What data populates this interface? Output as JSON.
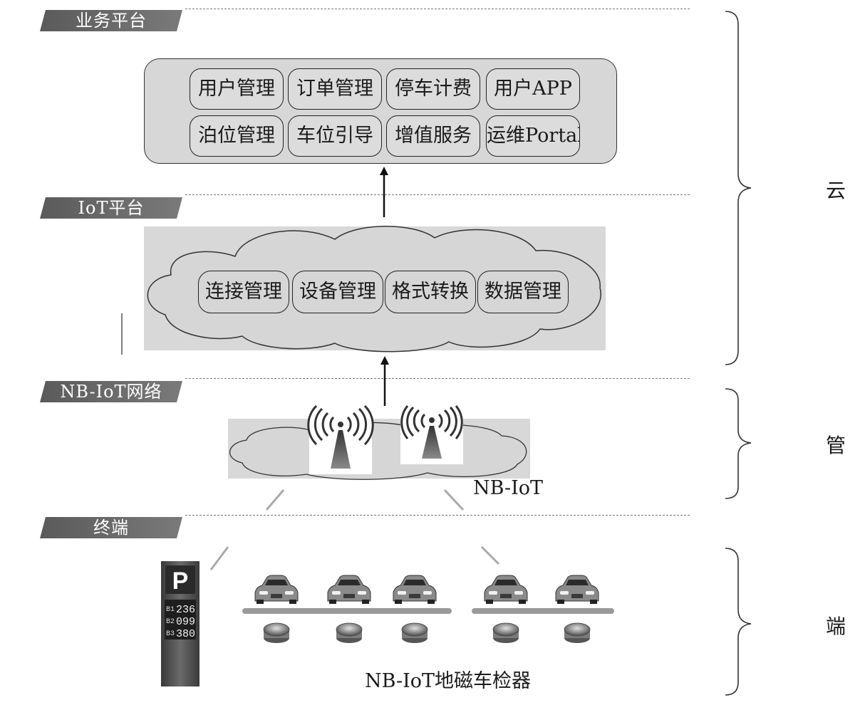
{
  "layers": {
    "business": "业务平台",
    "iot": "IoT平台",
    "network": "NB-IoT网络",
    "terminal": "终端"
  },
  "business_modules": [
    "用户管理",
    "订单管理",
    "停车计费",
    "用户APP",
    "泊位管理",
    "车位引导",
    "增值服务",
    "运维Portal"
  ],
  "iot_modules": [
    "连接管理",
    "设备管理",
    "格式转换",
    "数据管理"
  ],
  "network_label": "NB-IoT",
  "detector_label": "NB-IoT地磁车检器",
  "side_groups": {
    "cloud": "云",
    "pipe": "管",
    "end": "端"
  },
  "parking_sign": {
    "letter": "P",
    "rows": [
      {
        "level": "B1",
        "count": "236"
      },
      {
        "level": "B2",
        "count": "099"
      },
      {
        "level": "B3",
        "count": "380"
      }
    ]
  },
  "colors": {
    "tab": "#666666",
    "panel": "#d7d7d7",
    "cloud": "#d8d8d8"
  }
}
